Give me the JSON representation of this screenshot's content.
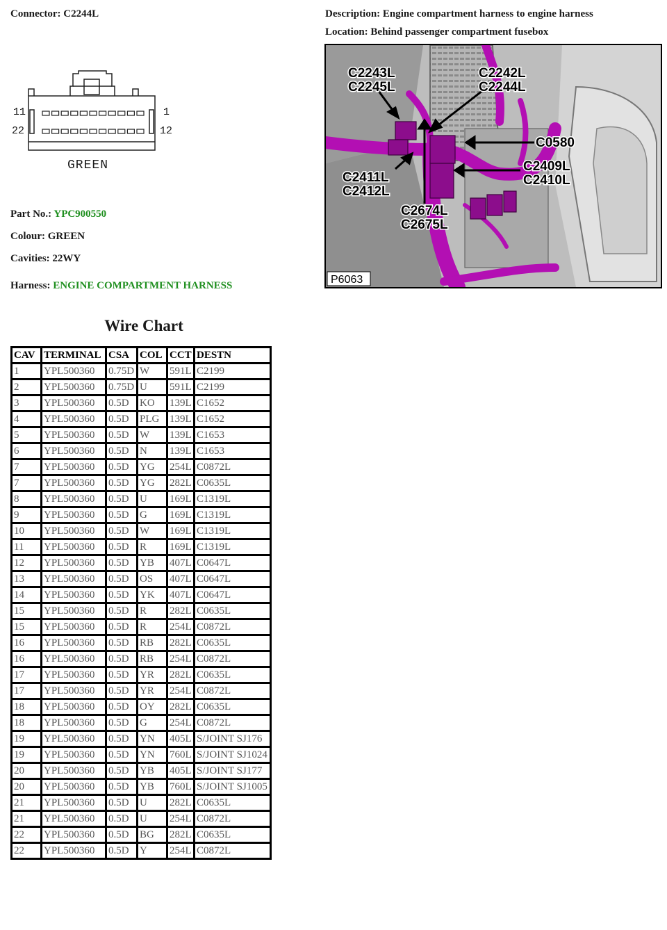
{
  "connector": {
    "label": "Connector:",
    "id": "C2244L",
    "pins": {
      "top_left": "11",
      "top_right": "1",
      "bottom_left": "22",
      "bottom_right": "12"
    },
    "drawing_label": "GREEN"
  },
  "description": {
    "label": "Description:",
    "value": "Engine compartment harness to engine harness"
  },
  "location": {
    "label": "Location:",
    "value": "Behind passenger compartment fusebox"
  },
  "photo": {
    "ref": "P6063",
    "callouts": [
      [
        "C2243L",
        "C2245L"
      ],
      [
        "C2242L",
        "C2244L"
      ],
      [
        "C0580"
      ],
      [
        "C2411L",
        "C2412L"
      ],
      [
        "C2409L",
        "C2410L"
      ],
      [
        "C2674L",
        "C2675L"
      ]
    ],
    "harness_color": "#b30fb3"
  },
  "part": {
    "label": "Part No.:",
    "value": "YPC900550"
  },
  "colour": {
    "label": "Colour:",
    "value": "GREEN"
  },
  "cavities": {
    "label": "Cavities:",
    "value": "22WY"
  },
  "harness": {
    "label": "Harness:",
    "value": "ENGINE COMPARTMENT HARNESS"
  },
  "accent_color": "#1f8f1f",
  "wire_chart": {
    "title": "Wire Chart",
    "headers": [
      "CAV",
      "TERMINAL",
      "CSA",
      "COL",
      "CCT",
      "DESTN"
    ],
    "rows": [
      [
        "1",
        "YPL500360",
        "0.75D",
        "W",
        "591L",
        "C2199"
      ],
      [
        "2",
        "YPL500360",
        "0.75D",
        "U",
        "591L",
        "C2199"
      ],
      [
        "3",
        "YPL500360",
        "0.5D",
        "KO",
        "139L",
        "C1652"
      ],
      [
        "4",
        "YPL500360",
        "0.5D",
        "PLG",
        "139L",
        "C1652"
      ],
      [
        "5",
        "YPL500360",
        "0.5D",
        "W",
        "139L",
        "C1653"
      ],
      [
        "6",
        "YPL500360",
        "0.5D",
        "N",
        "139L",
        "C1653"
      ],
      [
        "7",
        "YPL500360",
        "0.5D",
        "YG",
        "254L",
        "C0872L"
      ],
      [
        "7",
        "YPL500360",
        "0.5D",
        "YG",
        "282L",
        "C0635L"
      ],
      [
        "8",
        "YPL500360",
        "0.5D",
        "U",
        "169L",
        "C1319L"
      ],
      [
        "9",
        "YPL500360",
        "0.5D",
        "G",
        "169L",
        "C1319L"
      ],
      [
        "10",
        "YPL500360",
        "0.5D",
        "W",
        "169L",
        "C1319L"
      ],
      [
        "11",
        "YPL500360",
        "0.5D",
        "R",
        "169L",
        "C1319L"
      ],
      [
        "12",
        "YPL500360",
        "0.5D",
        "YB",
        "407L",
        "C0647L"
      ],
      [
        "13",
        "YPL500360",
        "0.5D",
        "OS",
        "407L",
        "C0647L"
      ],
      [
        "14",
        "YPL500360",
        "0.5D",
        "YK",
        "407L",
        "C0647L"
      ],
      [
        "15",
        "YPL500360",
        "0.5D",
        "R",
        "282L",
        "C0635L"
      ],
      [
        "15",
        "YPL500360",
        "0.5D",
        "R",
        "254L",
        "C0872L"
      ],
      [
        "16",
        "YPL500360",
        "0.5D",
        "RB",
        "282L",
        "C0635L"
      ],
      [
        "16",
        "YPL500360",
        "0.5D",
        "RB",
        "254L",
        "C0872L"
      ],
      [
        "17",
        "YPL500360",
        "0.5D",
        "YR",
        "282L",
        "C0635L"
      ],
      [
        "17",
        "YPL500360",
        "0.5D",
        "YR",
        "254L",
        "C0872L"
      ],
      [
        "18",
        "YPL500360",
        "0.5D",
        "OY",
        "282L",
        "C0635L"
      ],
      [
        "18",
        "YPL500360",
        "0.5D",
        "G",
        "254L",
        "C0872L"
      ],
      [
        "19",
        "YPL500360",
        "0.5D",
        "YN",
        "405L",
        "S/JOINT SJ176"
      ],
      [
        "19",
        "YPL500360",
        "0.5D",
        "YN",
        "760L",
        "S/JOINT SJ1024"
      ],
      [
        "20",
        "YPL500360",
        "0.5D",
        "YB",
        "405L",
        "S/JOINT SJ177"
      ],
      [
        "20",
        "YPL500360",
        "0.5D",
        "YB",
        "760L",
        "S/JOINT SJ1005"
      ],
      [
        "21",
        "YPL500360",
        "0.5D",
        "U",
        "282L",
        "C0635L"
      ],
      [
        "21",
        "YPL500360",
        "0.5D",
        "U",
        "254L",
        "C0872L"
      ],
      [
        "22",
        "YPL500360",
        "0.5D",
        "BG",
        "282L",
        "C0635L"
      ],
      [
        "22",
        "YPL500360",
        "0.5D",
        "Y",
        "254L",
        "C0872L"
      ]
    ]
  }
}
